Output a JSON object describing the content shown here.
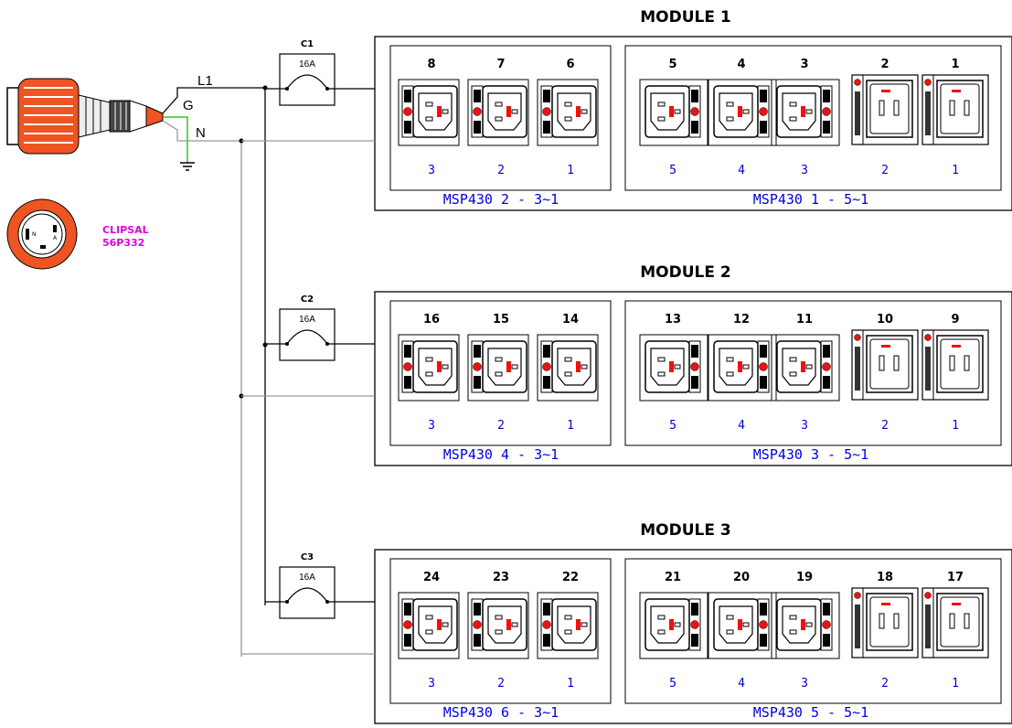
{
  "supply": {
    "l1_label": "L1",
    "g_label": "G",
    "n_label": "N",
    "plug_brand": "CLIPSAL",
    "plug_model": "56P332"
  },
  "modules": [
    {
      "title": "MODULE 1",
      "breaker": {
        "name": "C1",
        "rating": "16A"
      },
      "left_group": {
        "outlets": [
          "8",
          "7",
          "6"
        ],
        "ports": [
          "3",
          "2",
          "1"
        ],
        "label": "MSP430 2 - 3~1"
      },
      "right_group": {
        "outlets": [
          "5",
          "4",
          "3",
          "2",
          "1"
        ],
        "ports": [
          "5",
          "4",
          "3",
          "2",
          "1"
        ],
        "label": "MSP430 1 - 5~1"
      }
    },
    {
      "title": "MODULE 2",
      "breaker": {
        "name": "C2",
        "rating": "16A"
      },
      "left_group": {
        "outlets": [
          "16",
          "15",
          "14"
        ],
        "ports": [
          "3",
          "2",
          "1"
        ],
        "label": "MSP430 4 - 3~1"
      },
      "right_group": {
        "outlets": [
          "13",
          "12",
          "11",
          "10",
          "9"
        ],
        "ports": [
          "5",
          "4",
          "3",
          "2",
          "1"
        ],
        "label": "MSP430 3 - 5~1"
      }
    },
    {
      "title": "MODULE 3",
      "breaker": {
        "name": "C3",
        "rating": "16A"
      },
      "left_group": {
        "outlets": [
          "24",
          "23",
          "22"
        ],
        "ports": [
          "3",
          "2",
          "1"
        ],
        "label": "MSP430 6 - 3~1"
      },
      "right_group": {
        "outlets": [
          "21",
          "20",
          "19",
          "18",
          "17"
        ],
        "ports": [
          "5",
          "4",
          "3",
          "2",
          "1"
        ],
        "label": "MSP430 5 - 5~1"
      }
    }
  ],
  "colors": {
    "live_wire": "#000000",
    "neutral_wire": "#999999",
    "ground_wire": "#22cc22",
    "plug_orange": "#ee5522",
    "indicator_red": "#ee1111",
    "label_blue": "#0000dd",
    "plug_text_magenta": "#e000e0"
  }
}
